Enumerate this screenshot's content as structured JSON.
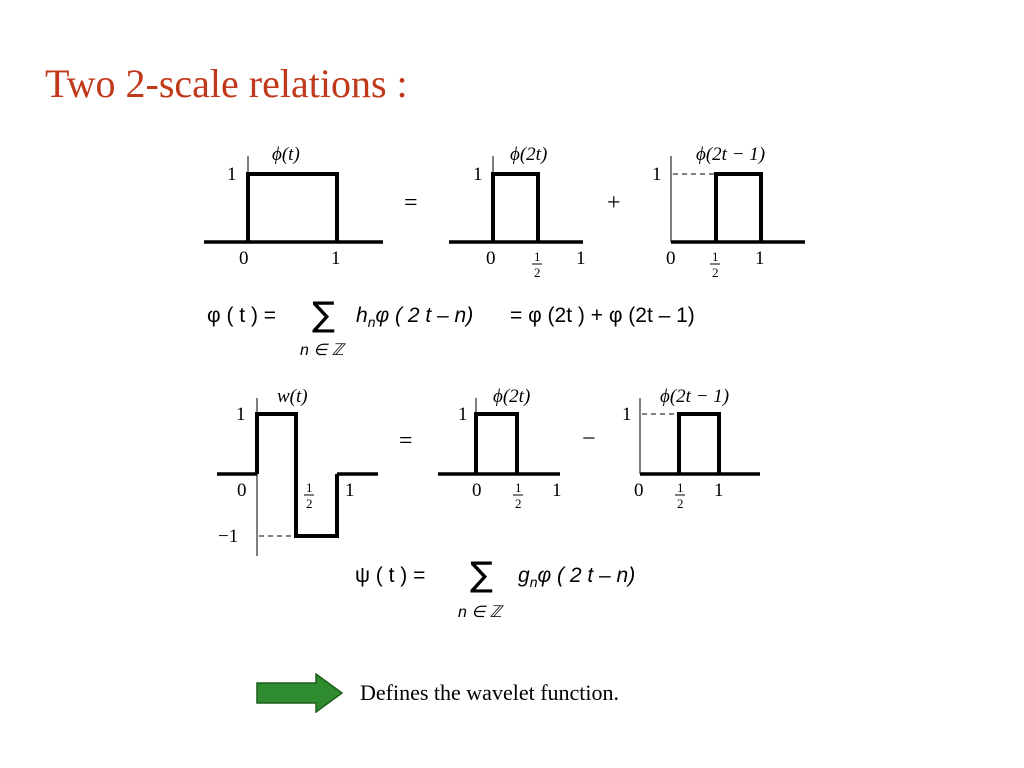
{
  "slide": {
    "title": "Two 2-scale relations :",
    "title_color": "#c0391b",
    "note": "Defines the wavelet function.",
    "arrow_color": "#2e8b2e"
  },
  "top_row": {
    "plot1_label": "ϕ(t)",
    "plot2_label": "ϕ(2t)",
    "plot3_label": "ϕ(2t − 1)",
    "equals": "=",
    "plus": "+",
    "one": "1",
    "zero": "0",
    "half_num": "1",
    "half_den": "2"
  },
  "formula1": {
    "lhs": "φ ( t )  =",
    "sum_symbol": "∑",
    "sum_index": "n ∈ ℤ",
    "term": "h",
    "term_sub": "n",
    "term_rest": "φ ( 2 t – n)",
    "rhs": "= φ (2t ) + φ (2t – 1)"
  },
  "bottom_row": {
    "plot1_label": "w(t)",
    "plot2_label": "ϕ(2t)",
    "plot3_label": "ϕ(2t − 1)",
    "equals": "=",
    "minus": "−",
    "one": "1",
    "minus_one": "−1",
    "zero": "0",
    "half_num": "1",
    "half_den": "2"
  },
  "formula2": {
    "lhs": "ψ ( t )  =",
    "sum_symbol": "∑",
    "sum_index": "n ∈ ℤ",
    "term": "g",
    "term_sub": "n",
    "term_rest": "φ ( 2 t – n)"
  }
}
